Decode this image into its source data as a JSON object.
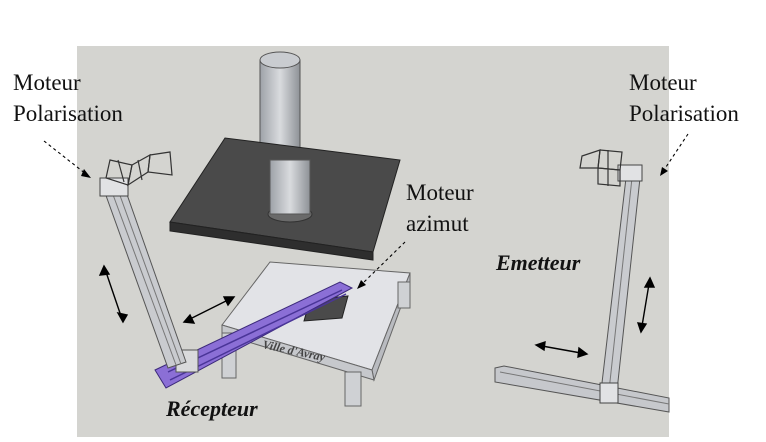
{
  "labels": {
    "moteur_polarisation_left": [
      "Moteur",
      "Polarisation"
    ],
    "moteur_polarisation_right": [
      "Moteur",
      "Polarisation"
    ],
    "moteur_azimut": [
      "Moteur",
      "azimut"
    ],
    "emetteur": "Emetteur",
    "recepteur": "Récepteur",
    "plate_text": "Ville d'Avray"
  },
  "colors": {
    "scene_background": "#d4d4d0",
    "plate_dark": "#4a4a4a",
    "mast": "#b8bbc0",
    "rail_purple": "#8b6fd6",
    "table": "#e2e3e7"
  }
}
